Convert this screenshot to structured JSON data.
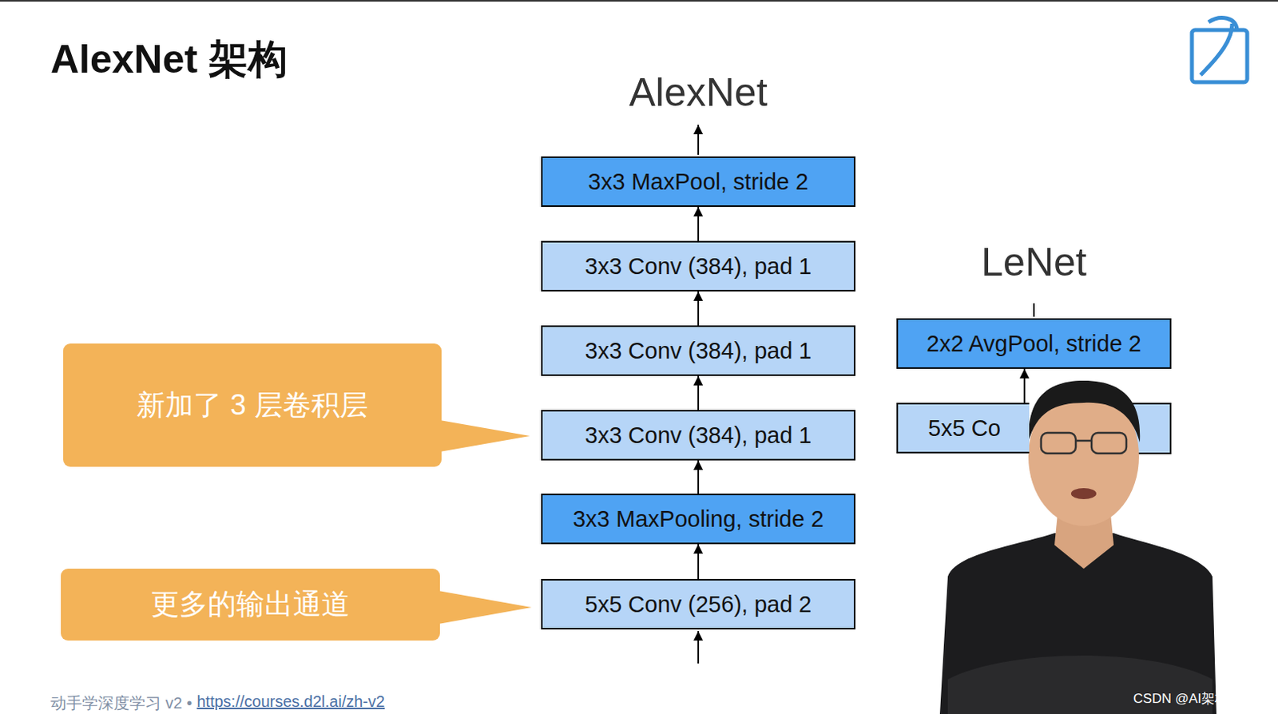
{
  "diagram": {
    "title": "AlexNet 架构",
    "nodes": [
      {
        "text": [
          "3x3 MaxPool, stride 2"
        ]
      },
      {
        "text": [
          "3x3 Conv (384), pad 1"
        ]
      },
      {
        "text": [
          "3x3 Conv (384), pad 1"
        ]
      },
      {
        "text": [
          "3x3 Conv (384), pad 1"
        ]
      },
      {
        "text": [
          "3x3 MaxPooling, stride 2"
        ]
      },
      {
        "text": [
          "5x5 Conv (256), pad 2"
        ]
      },
      {
        "text": [
          "2x2 AvgPool, stride 2"
        ]
      },
      {
        "text": [
          "5x5 Co"
        ]
      },
      {
        "text": [
          "新加了 3 层卷积层"
        ]
      },
      {
        "text": [
          "更多的输出通道"
        ]
      }
    ],
    "edges": [
      {
        "from": 5,
        "to": 4,
        "arrow": "to"
      },
      {
        "from": 4,
        "to": 3,
        "arrow": "to"
      },
      {
        "from": 3,
        "to": 2,
        "arrow": "to"
      },
      {
        "from": 2,
        "to": 1,
        "arrow": "to"
      },
      {
        "from": 1,
        "to": 0,
        "arrow": "to"
      },
      {
        "from": 7,
        "to": 6,
        "arrow": "to"
      }
    ],
    "labels": [
      "AlexNet",
      "LeNet",
      "动手学深度学习 v2 •",
      "https://courses.d2l.ai/zh-v2",
      "CSDN @AI架构师易筋"
    ]
  }
}
